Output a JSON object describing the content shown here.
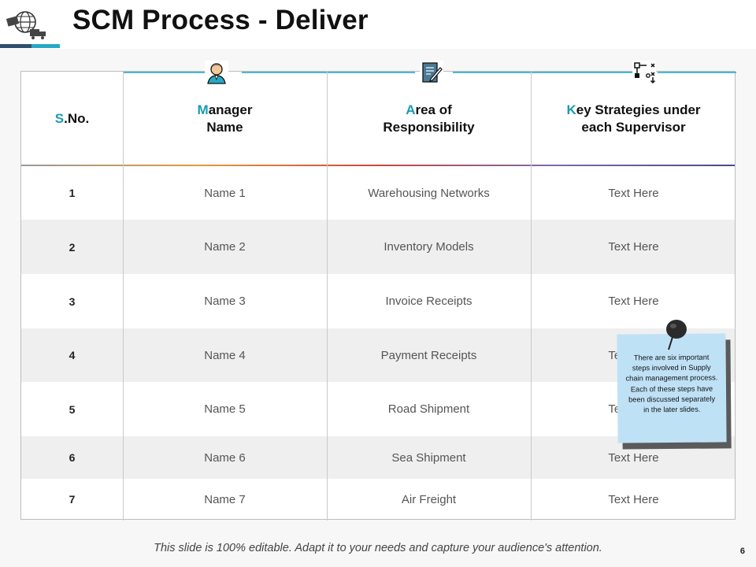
{
  "slide": {
    "title": "SCM Process - Deliver",
    "footer": "This slide is 100% editable. Adapt it to your needs and capture your audience's attention.",
    "page_number": "6"
  },
  "table": {
    "headers": [
      {
        "first": "S",
        "rest_line1": ".No.",
        "line2": ""
      },
      {
        "first": "M",
        "rest_line1": "anager",
        "line2": "Name"
      },
      {
        "first": "A",
        "rest_line1": "rea of",
        "line2": "Responsibility"
      },
      {
        "first": "K",
        "rest_line1": "ey Strategies under",
        "line2": "each Supervisor"
      }
    ],
    "header_icons": [
      "manager-avatar-icon",
      "document-pen-icon",
      "flowchart-icon"
    ],
    "rows": [
      {
        "sno": "1",
        "name": "Name 1",
        "area": "Warehousing Networks",
        "strategy": "Text Here"
      },
      {
        "sno": "2",
        "name": "Name 2",
        "area": "Inventory Models",
        "strategy": "Text Here"
      },
      {
        "sno": "3",
        "name": "Name 3",
        "area": "Invoice Receipts",
        "strategy": "Text Here"
      },
      {
        "sno": "4",
        "name": "Name 4",
        "area": "Payment Receipts",
        "strategy": "Text Here"
      },
      {
        "sno": "5",
        "name": "Name 5",
        "area": "Road Shipment",
        "strategy": "Text Here"
      },
      {
        "sno": "6",
        "name": "Name 6",
        "area": "Sea Shipment",
        "strategy": "Text Here"
      },
      {
        "sno": "7",
        "name": "Name 7",
        "area": "Air Freight",
        "strategy": "Text Here"
      }
    ]
  },
  "sticky_note": {
    "text": "There are six important steps involved in Supply chain management process. Each of these steps have been discussed separately in the later slides."
  },
  "colors": {
    "accent": "#1b9bb3",
    "accent_dark": "#2f4f6f",
    "note": "#bfe1f6"
  }
}
